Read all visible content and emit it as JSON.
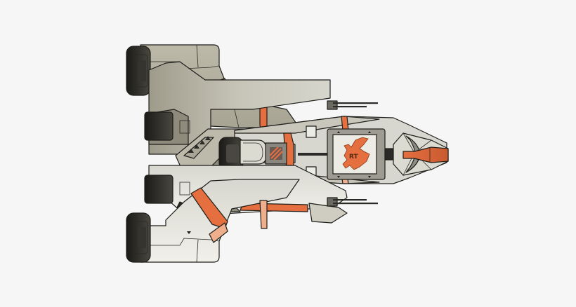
{
  "scene": {
    "subject": "top-down spaceship sprite",
    "background_color": "#f6f6f6",
    "palette": {
      "hull_dark": "#a9a697",
      "hull_mid": "#c9c7bb",
      "hull_light": "#e4e3dc",
      "hull_white": "#f1f0ea",
      "stripe": "#e56f3f",
      "stripe_light": "#efae8c",
      "engine": "#2b2a26",
      "outline": "#1e1e1a"
    }
  },
  "ship": {
    "emblem": {
      "label": "RT",
      "icon": "eagle-crest-icon"
    },
    "engines": [
      "engine-top-outer",
      "engine-top-inner",
      "engine-center",
      "engine-bottom-inner",
      "engine-bottom-outer"
    ],
    "weapons": [
      "twin-cannon-top",
      "twin-cannon-bottom"
    ]
  }
}
